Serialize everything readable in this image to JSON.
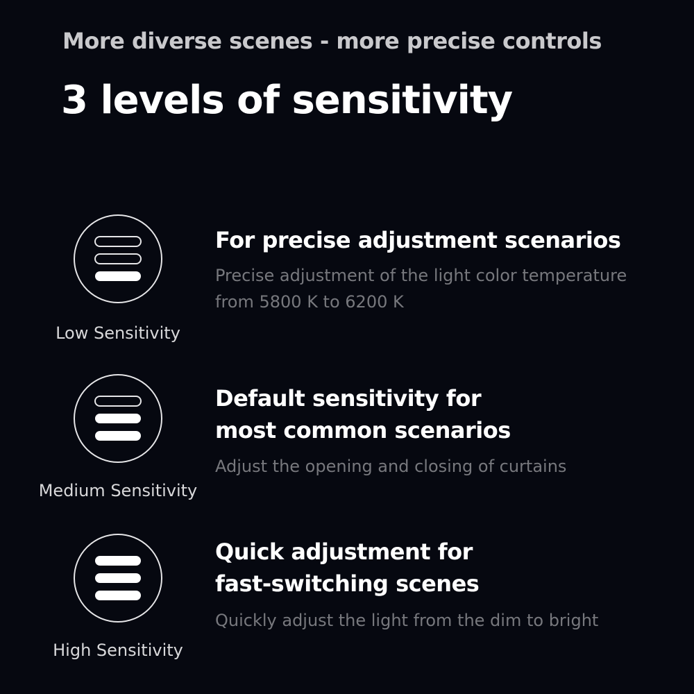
{
  "header": {
    "subtitle": "More diverse scenes - more precise controls",
    "title": "3 levels of sensitivity"
  },
  "levels": [
    {
      "label": "Low Sensitivity",
      "filled_bars": 1,
      "heading": "For precise adjustment scenarios",
      "description": "Precise adjustment of the light color temperature from 5800 K to 6200 K"
    },
    {
      "label": "Medium Sensitivity",
      "filled_bars": 2,
      "heading": "Default sensitivity for most common scenarios",
      "description": "Adjust the opening and closing of curtains"
    },
    {
      "label": "High Sensitivity",
      "filled_bars": 3,
      "heading": "Quick adjustment for fast-switching scenes",
      "description": "Quickly adjust the light from the dim to bright"
    }
  ]
}
